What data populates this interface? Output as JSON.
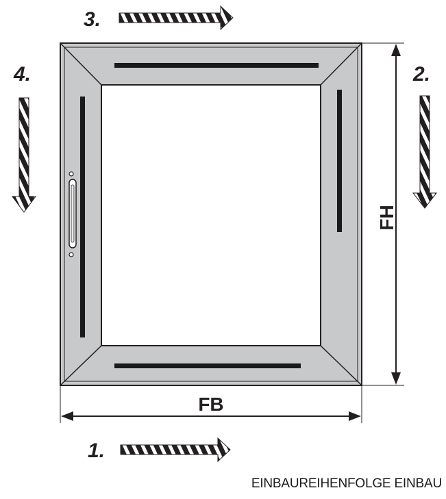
{
  "steps": {
    "step1": "1.",
    "step2": "2.",
    "step3": "3.",
    "step4": "4."
  },
  "dimensions": {
    "width": "FB",
    "height": "FH"
  },
  "caption": "EINBAUREIHENFOLGE EINBAU",
  "colors": {
    "frame": "#c8c9cb",
    "outline": "#231f20",
    "slot": "#1a1a1a",
    "glass": "#ffffff"
  },
  "icons": {
    "direction_arrow": "striped-arrow-icon",
    "handle": "window-handle-icon"
  }
}
